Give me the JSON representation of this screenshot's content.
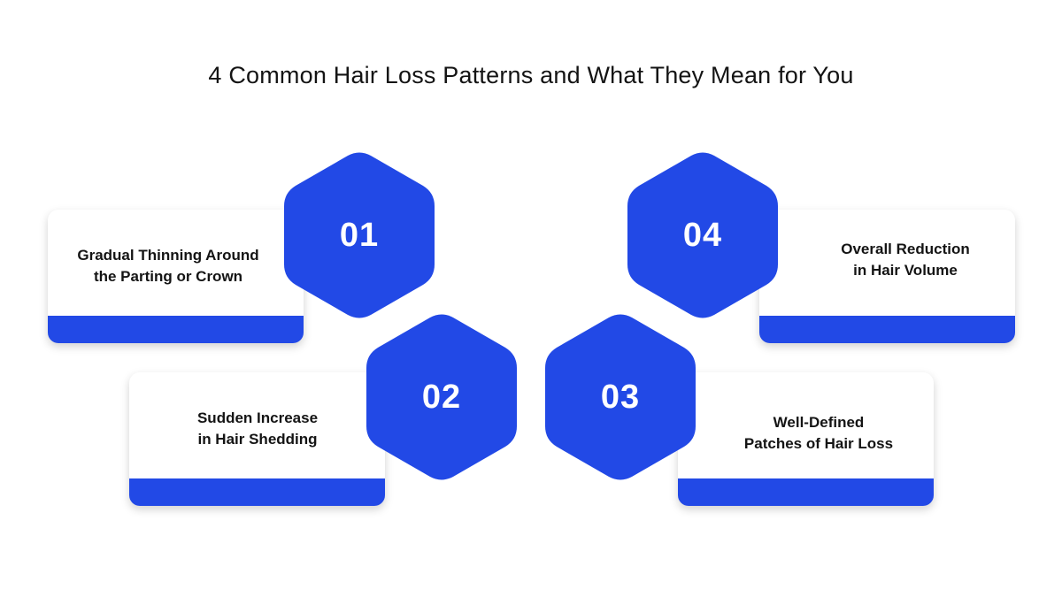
{
  "title": "4 Common Hair Loss Patterns and What They Mean for You",
  "colors": {
    "accent": "#2249e6",
    "card": "#ffffff",
    "text": "#141414"
  },
  "steps": [
    {
      "number": "01",
      "label": "Gradual Thinning Around\nthe Parting or Crown"
    },
    {
      "number": "02",
      "label": "Sudden Increase\nin Hair Shedding"
    },
    {
      "number": "03",
      "label": "Well-Defined\nPatches of Hair Loss"
    },
    {
      "number": "04",
      "label": "Overall Reduction\nin Hair Volume"
    }
  ]
}
